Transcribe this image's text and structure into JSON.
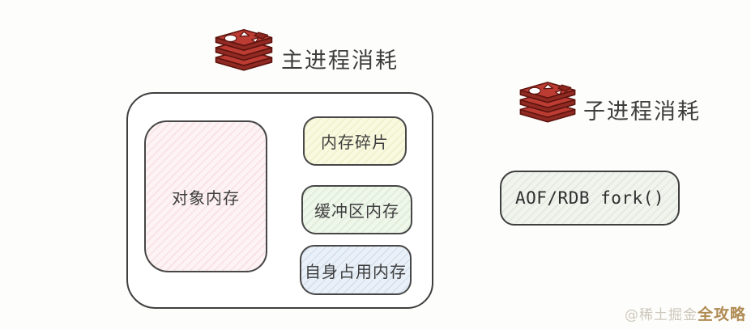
{
  "main_process": {
    "title": "主进程消耗",
    "boxes": {
      "object_memory": "对象内存",
      "memory_fragment": "内存碎片",
      "buffer_memory": "缓冲区内存",
      "self_memory": "自身占用内存"
    }
  },
  "child_process": {
    "title": "子进程消耗",
    "fork_label": "AOF/RDB fork()"
  },
  "watermark": {
    "prefix": "@稀土掘金",
    "suffix": "全攻略"
  },
  "colors": {
    "redis_red": "#bc3c33",
    "redis_dark_red": "#902a22",
    "redis_outline": "#5e140f",
    "object_memory_bg": "#fdf2f4",
    "memory_fragment_bg": "#f9f9e0",
    "buffer_memory_bg": "#eff6ea",
    "self_memory_bg": "#e9f0f7",
    "fork_bg": "#f0f4ed",
    "border": "#3f3f3f",
    "text": "#3d3d3d",
    "watermark_light": "#cdc7bb",
    "watermark_gold": "#b08b53"
  }
}
